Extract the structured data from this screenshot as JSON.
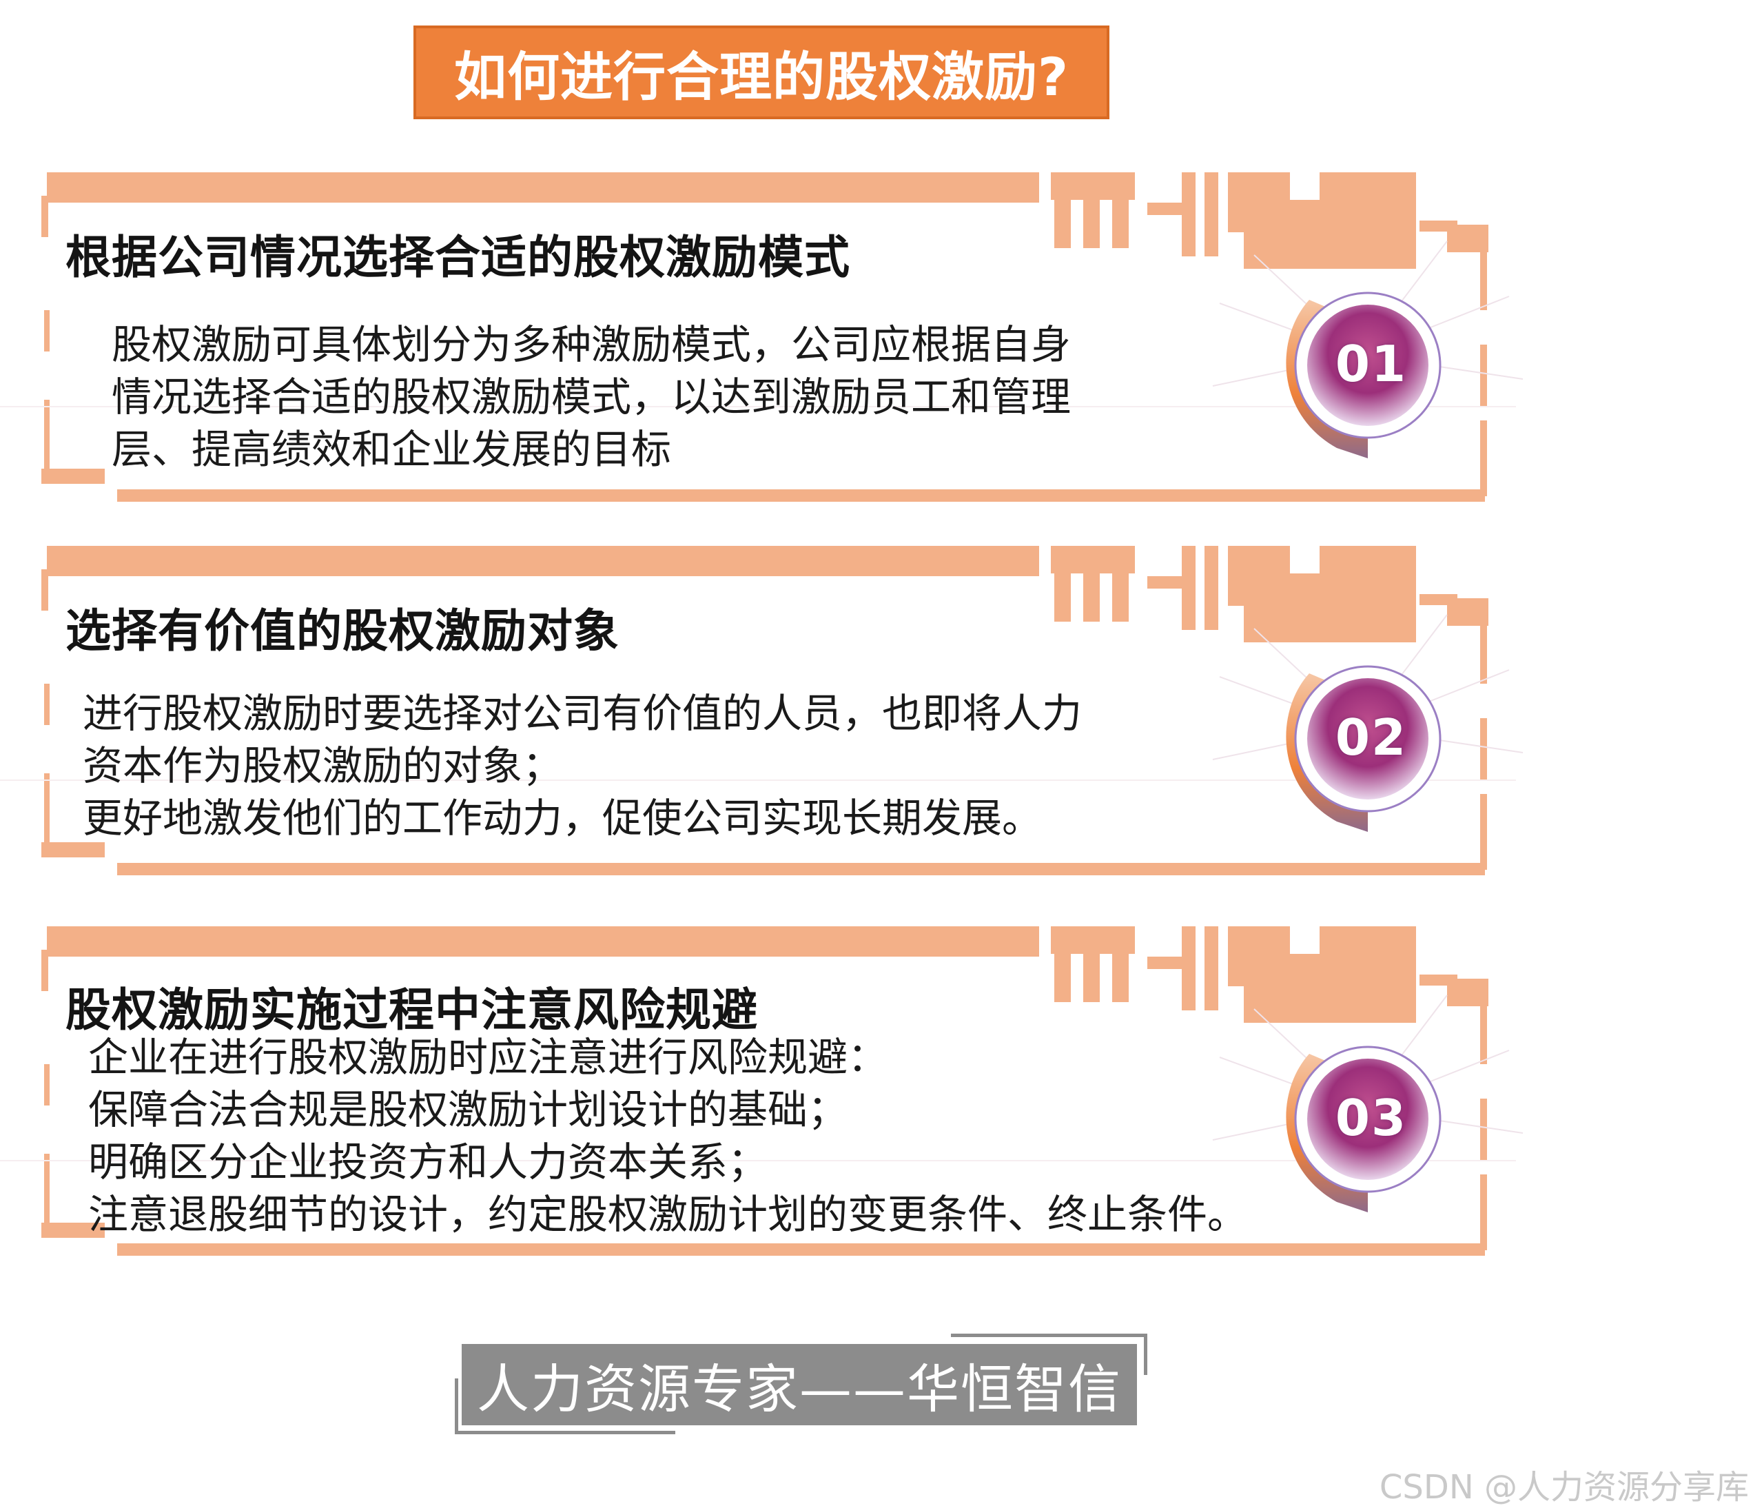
{
  "page_title": "如何进行合理的股权激励?",
  "colors": {
    "accent_orange": "#ee813a",
    "frame_peach": "#f3b088",
    "badge_purple": "#9c2f7a",
    "footer_gray": "#8c8c8c"
  },
  "sections": [
    {
      "number": "01",
      "heading": "根据公司情况选择合适的股权激励模式",
      "lines": [
        "股权激励可具体划分为多种激励模式，公司应根据自身",
        "情况选择合适的股权激励模式，以达到激励员工和管理",
        "层、提高绩效和企业发展的目标"
      ]
    },
    {
      "number": "02",
      "heading": "选择有价值的股权激励对象",
      "lines": [
        "进行股权激励时要选择对公司有价值的人员，也即将人力",
        "资本作为股权激励的对象；",
        "更好地激发他们的工作动力，促使公司实现长期发展。"
      ]
    },
    {
      "number": "03",
      "heading": "股权激励实施过程中注意风险规避",
      "lines": [
        "企业在进行股权激励时应注意进行风险规避：",
        "保障合法合规是股权激励计划设计的基础；",
        "明确区分企业投资方和人力资本关系；",
        "注意退股细节的设计，约定股权激励计划的变更条件、终止条件。"
      ]
    }
  ],
  "footer": "人力资源专家——华恒智信",
  "watermark": "CSDN @人力资源分享库"
}
